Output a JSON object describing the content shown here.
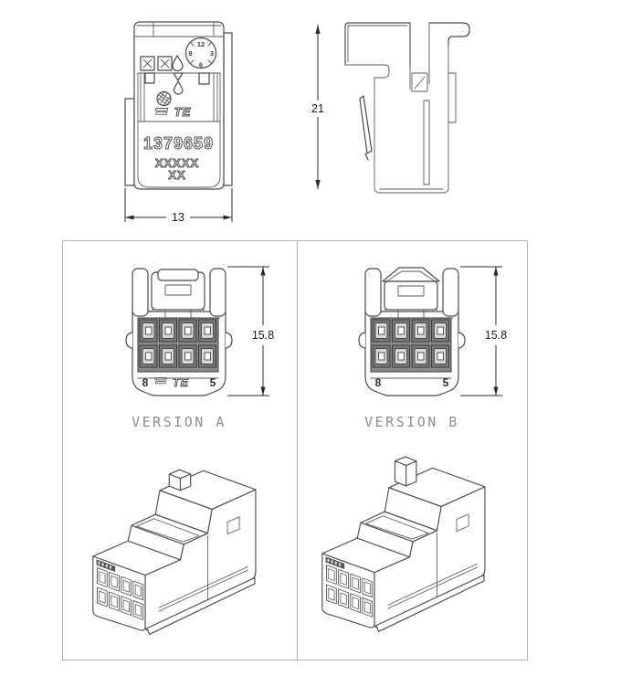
{
  "drawing": {
    "rear_view": {
      "part_number": "1379659",
      "marking_row1": "XXXXX",
      "marking_row2": "XX",
      "brand": "TE",
      "width_dim": "13",
      "date_wheel": {
        "n12": "12",
        "n3": "3",
        "n6": "6",
        "n9": "9"
      }
    },
    "side_view": {
      "height_dim": "21"
    },
    "version_a": {
      "label": "VERSION A",
      "height_dim": "15.8",
      "cavity_left": "8",
      "cavity_right": "5",
      "brand": "TE"
    },
    "version_b": {
      "label": "VERSION B",
      "height_dim": "15.8",
      "cavity_left": "8",
      "cavity_right": "5"
    },
    "colors": {
      "line": "#4a4a4a",
      "muted_text": "#8e8e8e",
      "dim_text": "#1c1c1c"
    }
  }
}
